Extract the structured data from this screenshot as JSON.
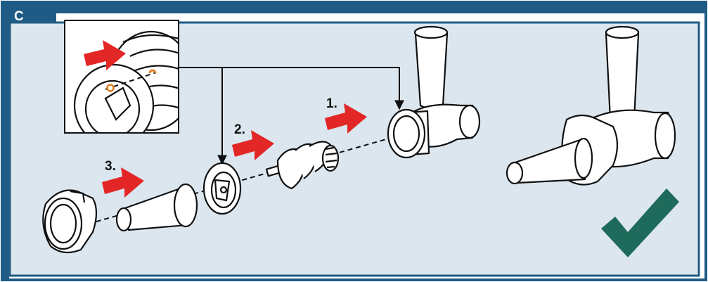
{
  "panel": {
    "letter": "C",
    "frame_color": "#1f5c85",
    "background_color": "#dbe6ee"
  },
  "steps": [
    {
      "label": "1."
    },
    {
      "label": "2."
    },
    {
      "label": "3."
    }
  ],
  "colors": {
    "arrow": "#e32626",
    "checkmark": "#1f6b5b",
    "highlight": "#e67e22",
    "line": "#111111",
    "part_fill": "#ffffff"
  },
  "icons": [
    "red-arrow-icon",
    "checkmark-icon"
  ]
}
